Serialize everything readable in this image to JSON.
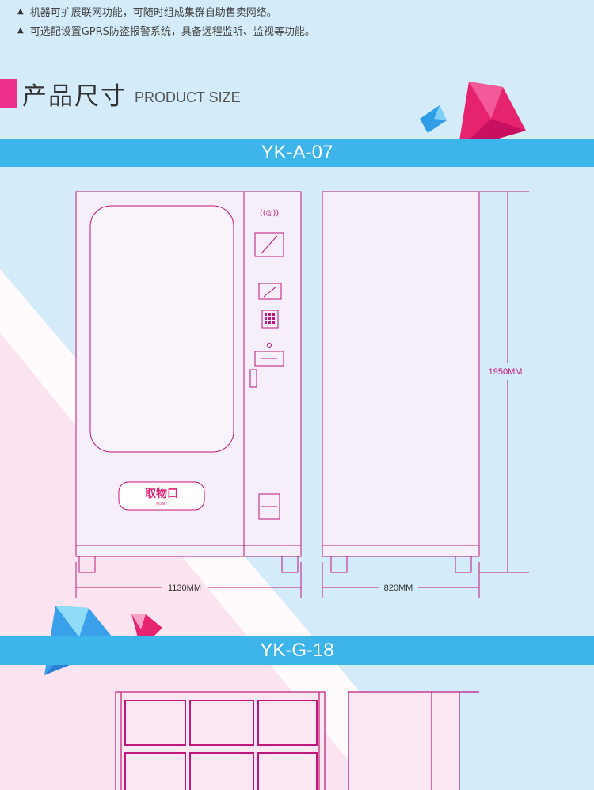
{
  "features": [
    "机器可扩展联网功能，可随时组成集群自助售卖网络。",
    "可选配设置GPRS防盗报警系统，具备远程监听、监视等功能。"
  ],
  "section": {
    "title_cn": "产品尺寸",
    "title_en": "PRODUCT SIZE"
  },
  "models": [
    {
      "name": "YK-A-07",
      "width_label": "1130MM",
      "depth_label": "820MM",
      "height_label": "1950MM",
      "pickup_label": "取物口",
      "pickup_sub": "PUSH"
    },
    {
      "name": "YK-G-18"
    }
  ],
  "colors": {
    "accent_pink": "#ee2f8b",
    "band_blue": "#3db4ea",
    "line_magenta": "#c0177a"
  }
}
